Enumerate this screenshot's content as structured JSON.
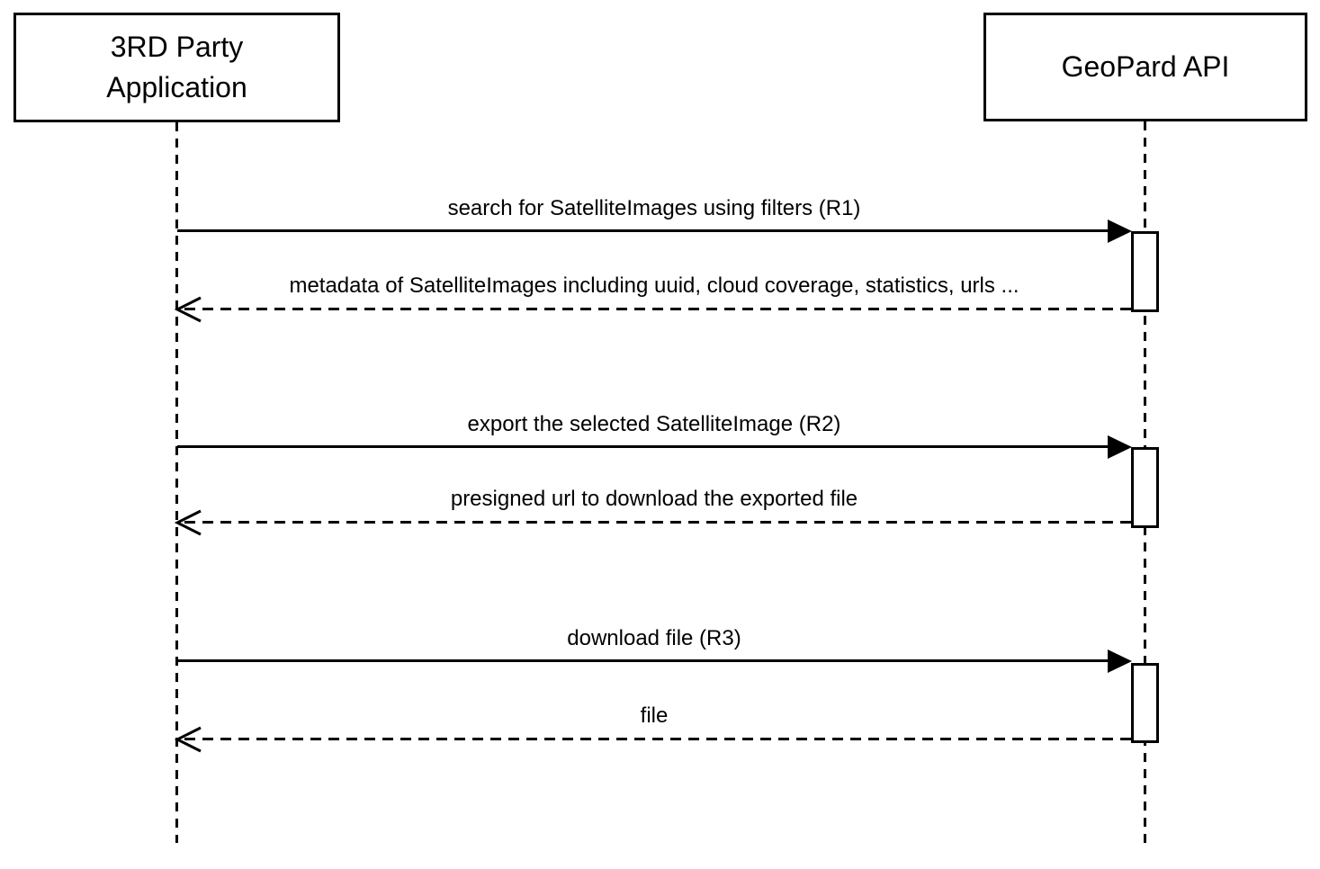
{
  "diagram": {
    "type": "sequence-diagram",
    "colors": {
      "background": "#ffffff",
      "line": "#000000",
      "text": "#000000"
    },
    "actors": [
      {
        "id": "third-party-application",
        "label": "3RD Party Application",
        "line1": "3RD Party",
        "line2": "Application"
      },
      {
        "id": "geopard-api",
        "label": "GeoPard API",
        "line1": "GeoPard API"
      }
    ],
    "messages": [
      {
        "label": "search for SatelliteImages using filters (R1)",
        "from": "third-party-application",
        "to": "geopard-api",
        "style": "solid",
        "direction": "right",
        "kind": "request"
      },
      {
        "label": "metadata of SatelliteImages including uuid, cloud coverage, statistics, urls ...",
        "from": "geopard-api",
        "to": "third-party-application",
        "style": "dashed",
        "direction": "left",
        "kind": "response"
      },
      {
        "label": "export the selected SatelliteImage (R2)",
        "from": "third-party-application",
        "to": "geopard-api",
        "style": "solid",
        "direction": "right",
        "kind": "request"
      },
      {
        "label": "presigned url to download the exported file",
        "from": "geopard-api",
        "to": "third-party-application",
        "style": "dashed",
        "direction": "left",
        "kind": "response"
      },
      {
        "label": "download file (R3)",
        "from": "third-party-application",
        "to": "geopard-api",
        "style": "solid",
        "direction": "right",
        "kind": "request"
      },
      {
        "label": "file",
        "from": "geopard-api",
        "to": "third-party-application",
        "style": "dashed",
        "direction": "left",
        "kind": "response"
      }
    ],
    "activations": {
      "count": 3,
      "on_actor": "geopard-api"
    }
  }
}
